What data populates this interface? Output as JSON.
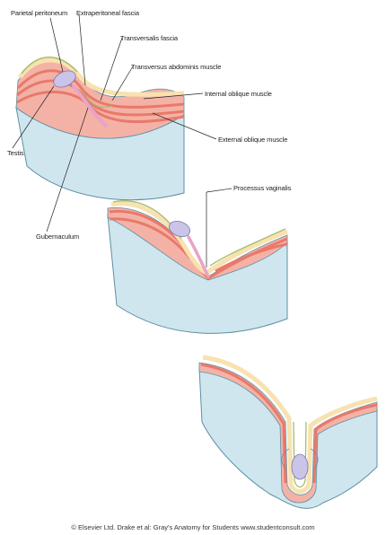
{
  "labels": {
    "parietal_peritoneum": "Parietal peritoneum",
    "extraperitoneal_fascia": "Extraperitoneal fascia",
    "transversalis_fascia": "Transversalis fascia",
    "transversus_abdominis": "Transversus abdominis muscle",
    "internal_oblique": "Internal oblique muscle",
    "external_oblique": "External oblique muscle",
    "testis": "Testis",
    "gubernaculum": "Gubernaculum",
    "processus_vaginalis": "Processus vaginalis"
  },
  "credit": "© Elsevier Ltd. Drake et al: Gray's Anatomy for Students www.studentconsult.com",
  "colors": {
    "block_fill": "#cfe6ef",
    "block_edge": "#5e8fa4",
    "muscle_red": "#e9796a",
    "muscle_pink": "#f4b2a6",
    "fascia_yellow": "#f7e2b0",
    "fascia_green": "#a7bc6f",
    "testis": "#c9c4e8",
    "gubernaculum": "#e8a3c6"
  }
}
